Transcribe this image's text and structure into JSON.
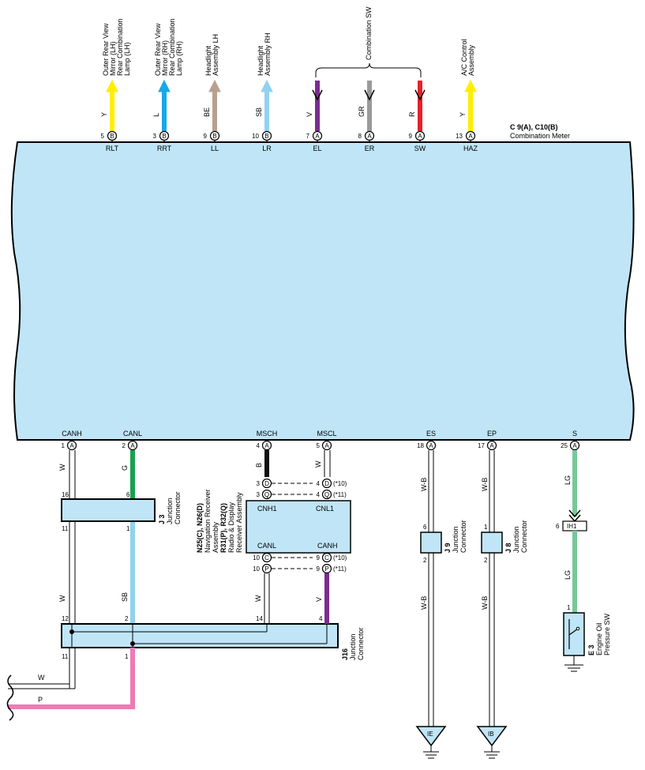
{
  "meter": {
    "title": "C 9(A), C10(B)",
    "subtitle": "Combination Meter",
    "fill": "#bfe5f7"
  },
  "top_pins": [
    {
      "pin": "5",
      "conn": "B",
      "name": "RLT",
      "wire": "Y",
      "color": "#ffee00",
      "dest": [
        "Outer Rear View",
        "Mirror (LH)",
        "Rear Combination",
        "Lamp (LH)"
      ],
      "type": "out"
    },
    {
      "pin": "3",
      "conn": "B",
      "name": "RRT",
      "wire": "L",
      "color": "#17a9e6",
      "dest": [
        "Outer Rear View",
        "Mirror (RH)",
        "Rear Combination",
        "Lamp (RH)"
      ],
      "type": "out"
    },
    {
      "pin": "9",
      "conn": "B",
      "name": "LL",
      "wire": "BE",
      "color": "#b9a08e",
      "dest": [
        "Headlight",
        "Assembly LH"
      ],
      "type": "out"
    },
    {
      "pin": "10",
      "conn": "B",
      "name": "LR",
      "wire": "SB",
      "color": "#90d2f0",
      "dest": [
        "Headlight",
        "Assembly RH"
      ],
      "type": "out"
    },
    {
      "pin": "7",
      "conn": "A",
      "name": "EL",
      "wire": "V",
      "color": "#7b2c90",
      "dest": [],
      "type": "in"
    },
    {
      "pin": "8",
      "conn": "A",
      "name": "ER",
      "wire": "GR",
      "color": "#9a9a9a",
      "dest": [],
      "type": "in"
    },
    {
      "pin": "9",
      "conn": "A",
      "name": "SW",
      "wire": "R",
      "color": "#e8202a",
      "dest": [],
      "type": "in"
    },
    {
      "pin": "13",
      "conn": "A",
      "name": "HAZ",
      "wire": "Y",
      "color": "#ffee00",
      "dest": [
        "A/C Control",
        "Assembly"
      ],
      "type": "out"
    }
  ],
  "combination_sw": "Combination SW",
  "bottom_pins": [
    {
      "pin": "1",
      "conn": "A",
      "name": "CANH"
    },
    {
      "pin": "2",
      "conn": "A",
      "name": "CANL"
    },
    {
      "pin": "4",
      "conn": "A",
      "name": "MSCH"
    },
    {
      "pin": "5",
      "conn": "A",
      "name": "MSCL"
    },
    {
      "pin": "18",
      "conn": "A",
      "name": "ES"
    },
    {
      "pin": "17",
      "conn": "A",
      "name": "EP"
    },
    {
      "pin": "25",
      "conn": "A",
      "name": "S"
    }
  ],
  "wires": {
    "canh_w": "W",
    "canl_g": "G",
    "msch_b": "B",
    "mscl_w": "W",
    "es_wb": "W-B",
    "ep_wb": "W-B",
    "s_lg": "LG",
    "j3_sb": "SB",
    "j3_w": "W",
    "j16_w14": "W",
    "j16_v4": "V",
    "es_wb2": "W-B",
    "ep_wb2": "W-B",
    "s_lg2": "LG",
    "out_w": "W",
    "out_p": "P"
  },
  "j3": {
    "code": "J 3",
    "name": [
      "Junction",
      "Connector"
    ],
    "pins": {
      "top_left": "16",
      "top_right": "6",
      "bot_left": "11",
      "bot_right": "1"
    }
  },
  "j16": {
    "code": "J16",
    "name": [
      "Junction",
      "Connector"
    ],
    "pins": {
      "p12": "12",
      "p2": "2",
      "p14": "14",
      "p4": "4",
      "p11": "11",
      "p1": "1"
    }
  },
  "j9": {
    "code": "J 9",
    "name": [
      "Junction",
      "Connector"
    ],
    "pins": {
      "top": "6",
      "bot": "2"
    }
  },
  "j8": {
    "code": "J 8",
    "name": [
      "Junction",
      "Connector"
    ],
    "pins": {
      "top": "1",
      "bot": "2"
    }
  },
  "receiver": {
    "title1": "N25(C), N26(D)",
    "lines1": [
      "Navigation Receiver",
      "Assembly"
    ],
    "title2": "R31(P), R32(Q)",
    "lines2": [
      "Radio & Display",
      "Receiver Assembly"
    ],
    "labels": {
      "cnh1": "CNH1",
      "cnl1": "CNL1",
      "canl": "CANL",
      "canh": "CANH"
    },
    "top_pins": {
      "l1": "3",
      "lc1": "D",
      "l2": "3",
      "lc2": "Q",
      "r1": "4",
      "rc1": "D",
      "r2": "4",
      "rc2": "Q",
      "note1": "(*10)",
      "note2": "(*11)"
    },
    "bot_pins": {
      "l1": "10",
      "lc1": "C",
      "l2": "10",
      "lc2": "P",
      "r1": "9",
      "rc1": "C",
      "r2": "9",
      "rc2": "P",
      "note1": "(*10)",
      "note2": "(*11)"
    },
    "below": {
      "p14": "14",
      "p4": "4"
    }
  },
  "ih1": {
    "pin": "6",
    "name": "IH1"
  },
  "e3": {
    "pin": "1",
    "code": "E 3",
    "name": [
      "Engine Oil",
      "Pressure SW"
    ]
  },
  "grounds": {
    "ie": "IE",
    "ib": "IB"
  }
}
